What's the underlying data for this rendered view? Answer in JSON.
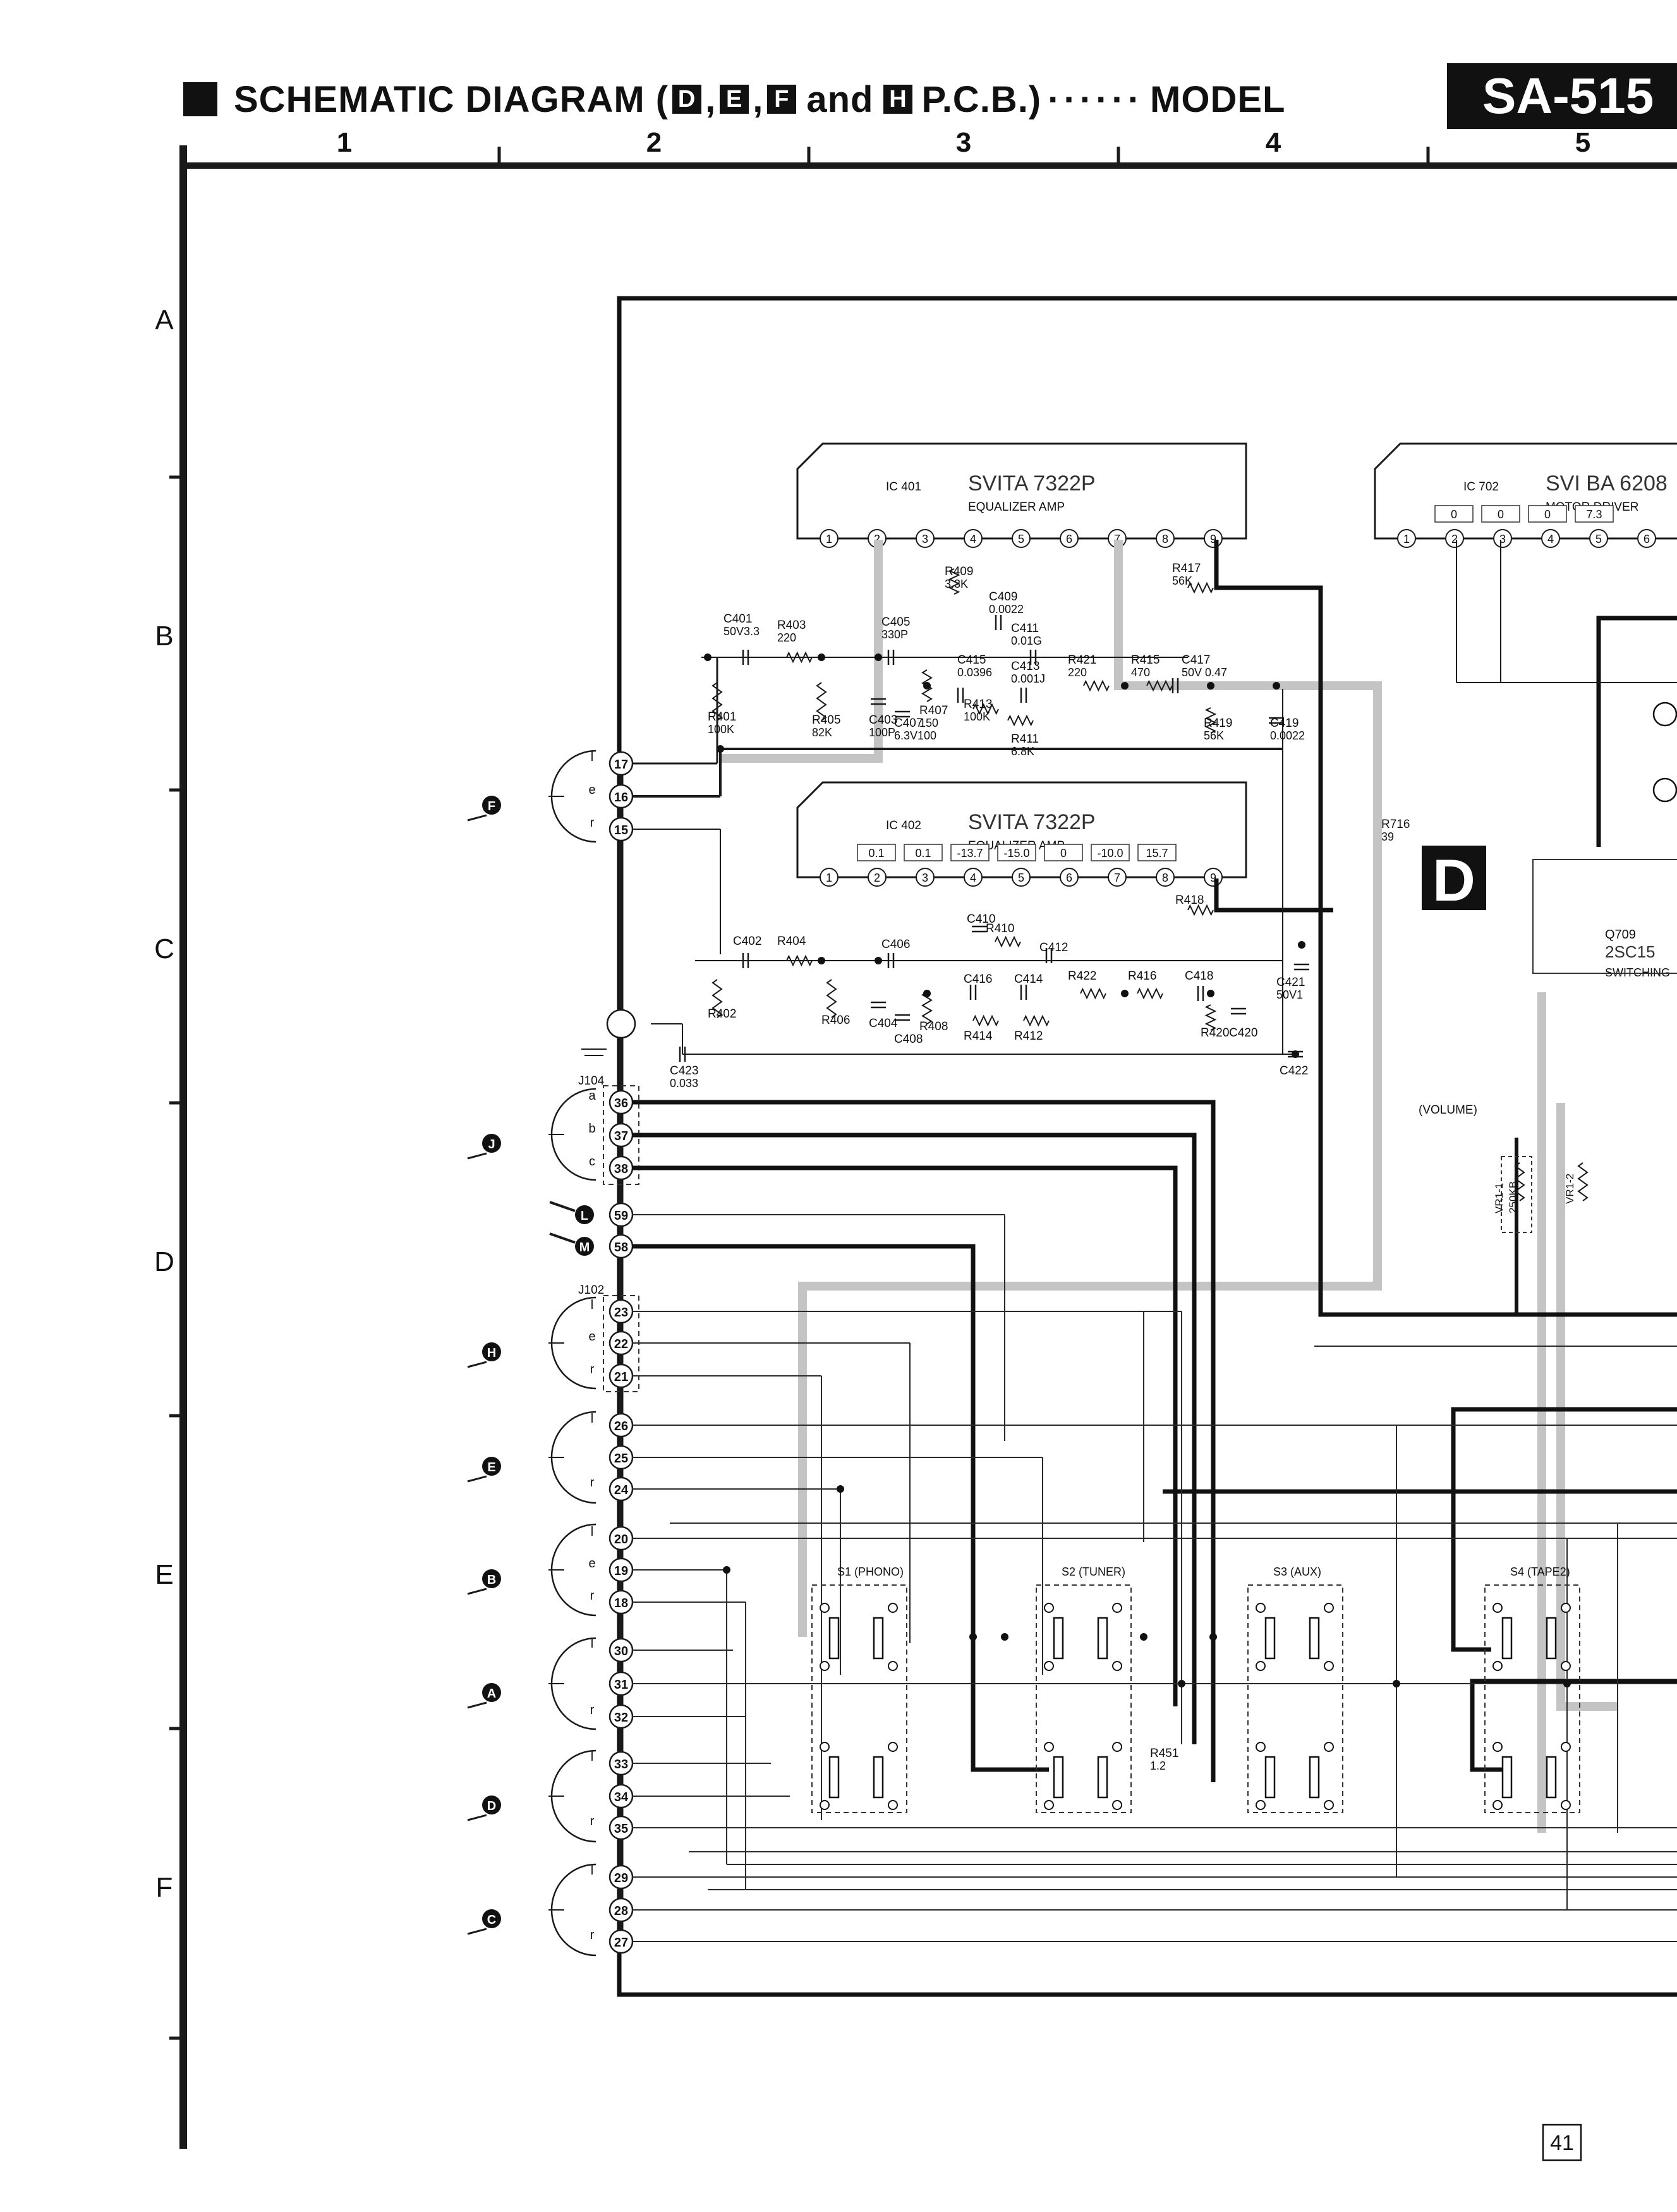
{
  "header": {
    "title_prefix": "SCHEMATIC DIAGRAM (",
    "board_d": "D",
    "sep1": ",",
    "board_e": "E",
    "sep2": ",",
    "board_f": "F",
    "and_text": "and",
    "board_h": "H",
    "title_suffix": "P.C.B.)",
    "dots": "······",
    "model_label": "MODEL",
    "model_number": "SA-515"
  },
  "grid": {
    "columns": [
      "1",
      "2",
      "3",
      "4",
      "5"
    ],
    "rows": [
      "A",
      "B",
      "C",
      "D",
      "E",
      "F"
    ]
  },
  "board_label": "D",
  "page_number": "41",
  "ics": [
    {
      "ref": "IC 401",
      "part": "SVITA 7322P",
      "desc": "EQUALIZER AMP",
      "voltages": []
    },
    {
      "ref": "IC 402",
      "part": "SVITA 7322P",
      "desc": "EQUALIZER AMP",
      "voltages": [
        "0.1",
        "0.1",
        "-13.7",
        "-15.0",
        "0",
        "-10.0",
        "15.7"
      ]
    },
    {
      "ref": "IC 702",
      "part": "SVI BA 6208",
      "desc": "MOTOR DRIVER",
      "voltages": [
        "0",
        "0",
        "0",
        "7.3"
      ]
    }
  ],
  "ic_pins": [
    "1",
    "2",
    "3",
    "4",
    "5",
    "6",
    "7",
    "8",
    "9"
  ],
  "components": [
    {
      "ref": "C401",
      "value": "50V3.3"
    },
    {
      "ref": "R403",
      "value": "220"
    },
    {
      "ref": "C405",
      "value": "330P"
    },
    {
      "ref": "R409",
      "value": "3.3K"
    },
    {
      "ref": "C409",
      "value": "0.0022"
    },
    {
      "ref": "C411",
      "value": "0.01G"
    },
    {
      "ref": "C415",
      "value": "0.0396"
    },
    {
      "ref": "C413",
      "value": "0.001J"
    },
    {
      "ref": "R421",
      "value": "220"
    },
    {
      "ref": "R415",
      "value": "470"
    },
    {
      "ref": "C417",
      "value": "50V 0.47"
    },
    {
      "ref": "R417",
      "value": "56K"
    },
    {
      "ref": "R401",
      "value": "100K"
    },
    {
      "ref": "R405",
      "value": "82K"
    },
    {
      "ref": "C403",
      "value": "100P"
    },
    {
      "ref": "C407",
      "value": "6.3V100"
    },
    {
      "ref": "R407",
      "value": "150"
    },
    {
      "ref": "R413",
      "value": "100K"
    },
    {
      "ref": "R411",
      "value": "6.8K"
    },
    {
      "ref": "R419",
      "value": "56K"
    },
    {
      "ref": "C419",
      "value": "0.0022"
    },
    {
      "ref": "C402",
      "value": ""
    },
    {
      "ref": "R404",
      "value": ""
    },
    {
      "ref": "C406",
      "value": ""
    },
    {
      "ref": "C410",
      "value": ""
    },
    {
      "ref": "R410",
      "value": ""
    },
    {
      "ref": "C412",
      "value": ""
    },
    {
      "ref": "C416",
      "value": ""
    },
    {
      "ref": "C414",
      "value": ""
    },
    {
      "ref": "R422",
      "value": ""
    },
    {
      "ref": "R416",
      "value": ""
    },
    {
      "ref": "C418",
      "value": ""
    },
    {
      "ref": "C421",
      "value": "50V1"
    },
    {
      "ref": "R402",
      "value": ""
    },
    {
      "ref": "R406",
      "value": ""
    },
    {
      "ref": "C404",
      "value": ""
    },
    {
      "ref": "C408",
      "value": ""
    },
    {
      "ref": "R408",
      "value": ""
    },
    {
      "ref": "R414",
      "value": ""
    },
    {
      "ref": "R412",
      "value": ""
    },
    {
      "ref": "R420",
      "value": ""
    },
    {
      "ref": "C420",
      "value": ""
    },
    {
      "ref": "C422",
      "value": ""
    },
    {
      "ref": "C423",
      "value": "0.033"
    },
    {
      "ref": "R418",
      "value": ""
    },
    {
      "ref": "R716",
      "value": "39"
    },
    {
      "ref": "R451",
      "value": "1.2"
    }
  ],
  "transistor": {
    "ref": "Q709",
    "part": "2SC15",
    "desc": "SWITCHING"
  },
  "volume": {
    "label": "(VOLUME)",
    "vr1": "VR1-1",
    "vr1_value": "250KB",
    "vr2": "VR1-2"
  },
  "switches": [
    {
      "ref": "S1",
      "name": "(PHONO)"
    },
    {
      "ref": "S2",
      "name": "(TUNER)"
    },
    {
      "ref": "S3",
      "name": "(AUX)"
    },
    {
      "ref": "S4",
      "name": "(TAPE2)"
    }
  ],
  "connectors": [
    {
      "letter": "F",
      "pins": [
        {
          "sig": "l",
          "num": "17"
        },
        {
          "sig": "e",
          "num": "16"
        },
        {
          "sig": "r",
          "num": "15"
        }
      ]
    },
    {
      "letter": "J",
      "ref": "J104",
      "pins": [
        {
          "sig": "a",
          "num": "36"
        },
        {
          "sig": "b",
          "num": "37"
        },
        {
          "sig": "c",
          "num": "38"
        }
      ]
    },
    {
      "letter": "L",
      "pins": [
        {
          "sig": "",
          "num": "59"
        }
      ]
    },
    {
      "letter": "M",
      "pins": [
        {
          "sig": "",
          "num": "58"
        }
      ]
    },
    {
      "letter": "H",
      "ref": "J102",
      "pins": [
        {
          "sig": "l",
          "num": "23"
        },
        {
          "sig": "e",
          "num": "22"
        },
        {
          "sig": "r",
          "num": "21"
        }
      ]
    },
    {
      "letter": "E",
      "pins": [
        {
          "sig": "l",
          "num": "26"
        },
        {
          "sig": "",
          "num": "25"
        },
        {
          "sig": "r",
          "num": "24"
        }
      ]
    },
    {
      "letter": "B",
      "pins": [
        {
          "sig": "l",
          "num": "20"
        },
        {
          "sig": "e",
          "num": "19"
        },
        {
          "sig": "r",
          "num": "18"
        }
      ]
    },
    {
      "letter": "A",
      "pins": [
        {
          "sig": "l",
          "num": "30"
        },
        {
          "sig": "",
          "num": "31"
        },
        {
          "sig": "r",
          "num": "32"
        }
      ]
    },
    {
      "letter": "D",
      "pins": [
        {
          "sig": "l",
          "num": "33"
        },
        {
          "sig": "",
          "num": "34"
        },
        {
          "sig": "r",
          "num": "35"
        }
      ]
    },
    {
      "letter": "C",
      "pins": [
        {
          "sig": "l",
          "num": "29"
        },
        {
          "sig": "",
          "num": "28"
        },
        {
          "sig": "r",
          "num": "27"
        }
      ]
    }
  ]
}
